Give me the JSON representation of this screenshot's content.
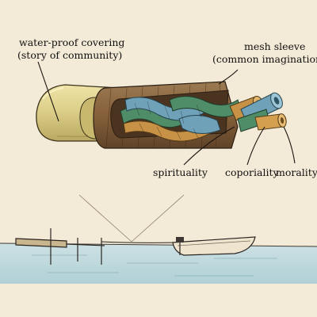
{
  "labels": {
    "covering_line1": "water-proof covering",
    "covering_line2": "(story of community)",
    "mesh_line1": "mesh sleeve",
    "mesh_line2": "(common imagination)",
    "strand_spirituality": "spirituality",
    "strand_coporiality": "coporiality",
    "strand_morality": "morality"
  },
  "colors": {
    "paper": "#f3ead7",
    "ink": "#1a1410",
    "covering": "#ddd08a",
    "mesh_sleeve": "#86603b",
    "strand_blue": "#6fa2b9",
    "strand_green": "#4f8d68",
    "strand_ochre": "#c89246",
    "water": "#bcd8df"
  },
  "icons": {
    "cable": "rope-cable-cross-section-illustration",
    "scene": "dock-and-moored-boat-illustration"
  }
}
